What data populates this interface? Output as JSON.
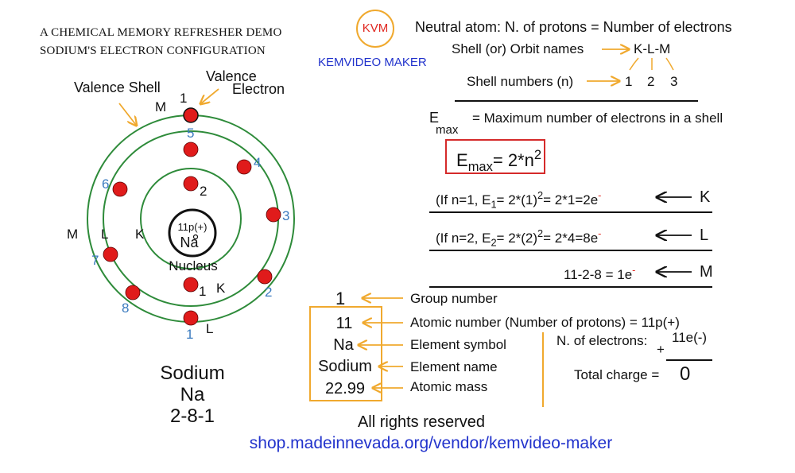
{
  "title": {
    "line1": "A CHEMICAL MEMORY REFRESHER DEMO",
    "line2": "SODIUM'S ELECTRON CONFIGURATION"
  },
  "logo": {
    "text": "KVM",
    "maker": "KEMVIDEO MAKER"
  },
  "atom": {
    "valence_shell_label": "Valence Shell",
    "valence_electron_label_1": "Valence",
    "valence_electron_label_2": "Electron",
    "nucleus_charge": "11p(+)",
    "nucleus_symbol": "Na",
    "nucleus_label": "Nucleus",
    "shell_letters": {
      "M": "M",
      "L": "L",
      "K": "K"
    },
    "electron_numbers_k": [
      "1",
      "2"
    ],
    "electron_numbers_l": [
      "1",
      "2",
      "3",
      "4",
      "5",
      "6",
      "7",
      "8"
    ],
    "electron_numbers_m": [
      "1"
    ],
    "name": "Sodium",
    "symbol": "Na",
    "configuration": "2-8-1"
  },
  "rules": {
    "neutral_atom": "Neutral atom: N. of protons = Number of electrons",
    "shell_names_label": "Shell (or) Orbit names",
    "shell_names_value": "K-L-M",
    "shell_numbers_label": "Shell numbers (n)",
    "shell_numbers": [
      "1",
      "2",
      "3"
    ],
    "emax_symbol": "E",
    "emax_sub": "max",
    "emax_definition": "= Maximum number of electrons in a shell",
    "formula_lhs_sub": "max",
    "formula_rhs": "= 2*n",
    "formula_power": "2"
  },
  "calculations": [
    {
      "prefix": "(If n=1, E",
      "sub": "1",
      "mid": "= 2*(1)",
      "power": "2",
      "rest": "= 2*1=2e",
      "charge": "-",
      "shell": "K"
    },
    {
      "prefix": "(If n=2, E",
      "sub": "2",
      "mid": "= 2*(2)",
      "power": "2",
      "rest": "= 2*4=8e",
      "charge": "-",
      "shell": "L"
    },
    {
      "prefix": "",
      "sub": "",
      "mid": "11-2-8 = 1e",
      "power": "",
      "rest": "",
      "charge": "-",
      "shell": "M"
    }
  ],
  "element_card": {
    "group": "1",
    "atomic_number": "11",
    "symbol": "Na",
    "name": "Sodium",
    "mass": "22.99",
    "labels": {
      "group": "Group number",
      "atomic_number": "Atomic number (Number of protons)  =  11p(+)",
      "symbol": "Element symbol",
      "name": "Element name",
      "mass": "Atomic mass"
    }
  },
  "charge_balance": {
    "electrons_label": "N. of electrons:",
    "plus": "+",
    "electrons_value": "11e(-)",
    "total_label": "Total charge  =",
    "total_value": "0"
  },
  "footer": {
    "rights": "All rights reserved",
    "url": "shop.madeinnevada.org/vendor/kemvideo-maker"
  },
  "colors": {
    "orbit": "#2e8b3a",
    "electron": "#e01b1b",
    "arrow": "#f0a92e",
    "number": "#3b7bbf"
  }
}
